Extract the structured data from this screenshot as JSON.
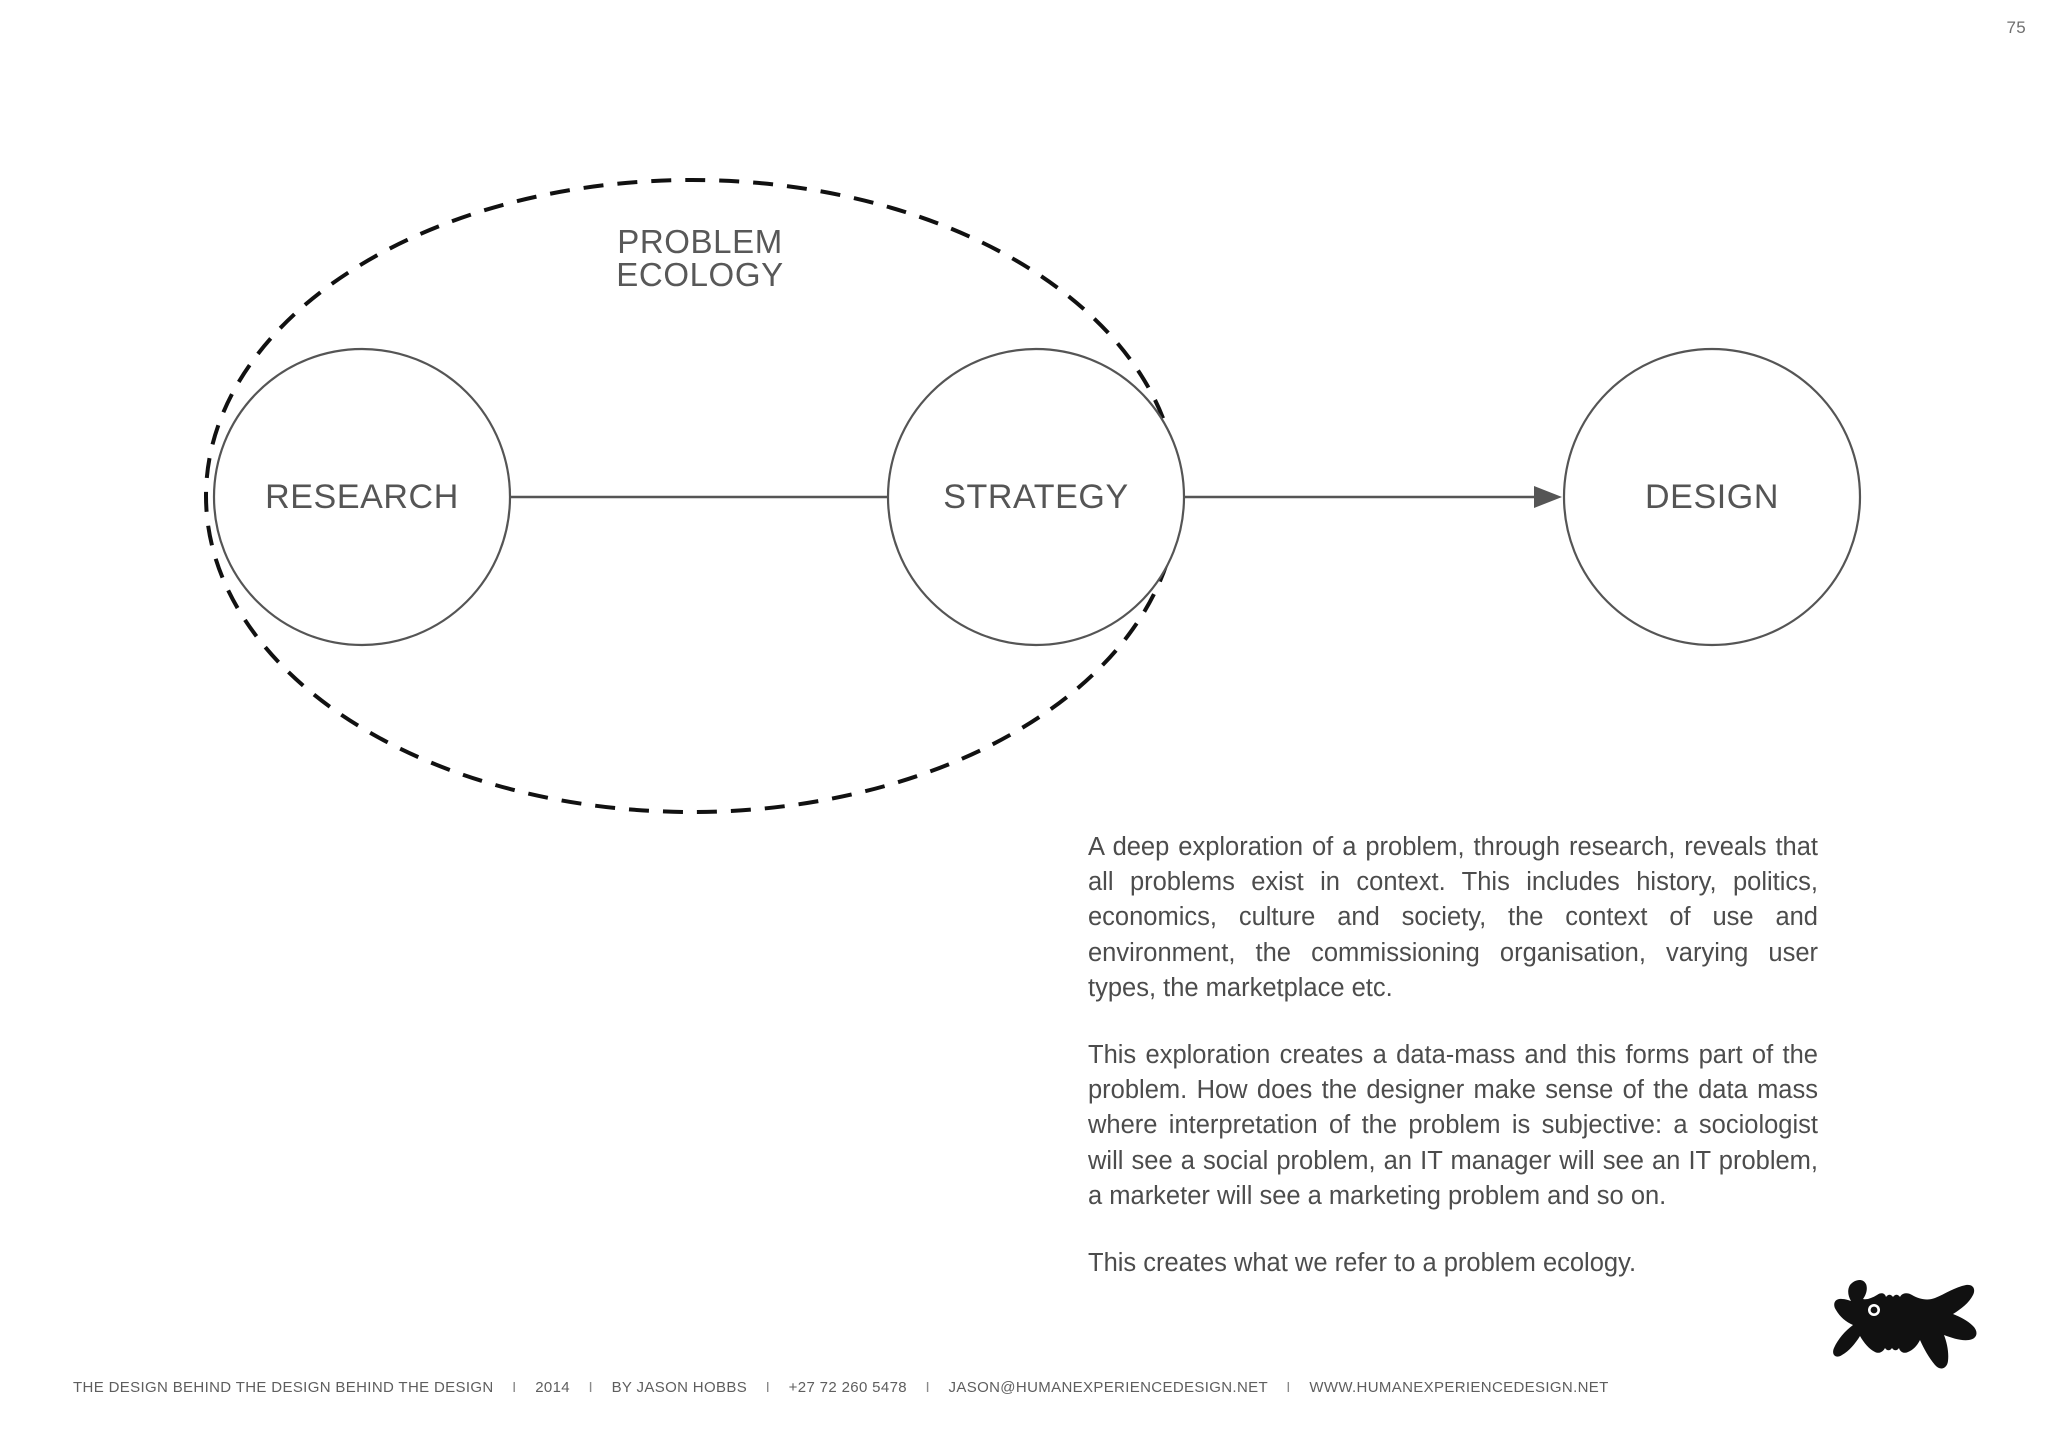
{
  "page": {
    "number": "75",
    "background_color": "#ffffff",
    "text_color": "#4c4c4c"
  },
  "diagram": {
    "title_label": {
      "line1": "PROBLEM",
      "line2": "ECOLOGY"
    },
    "boundary": {
      "style": "dashed-ellipse",
      "color": "#111111",
      "encloses": [
        "RESEARCH",
        "STRATEGY"
      ]
    },
    "nodes": [
      {
        "id": "research",
        "label": "RESEARCH"
      },
      {
        "id": "strategy",
        "label": "STRATEGY"
      },
      {
        "id": "design",
        "label": "DESIGN"
      }
    ],
    "connectors": [
      {
        "id": "research-to-strategy",
        "from": "RESEARCH",
        "to": "STRATEGY",
        "arrow": "none"
      },
      {
        "id": "strategy-to-design",
        "from": "STRATEGY",
        "to": "DESIGN",
        "arrow": "end"
      }
    ],
    "stroke_color": "#555555"
  },
  "body": {
    "paragraphs": [
      "A deep exploration of a problem, through research, reveals that all problems exist in context. This includes history, politics, economics, culture and society, the context of use and environment, the commissioning organisation, varying user types, the marketplace etc.",
      "This exploration creates a data-mass and this forms part of the problem. How does the designer make sense of the data mass where interpretation of the problem is subjective: a sociologist will see a social problem, an IT manager will see an IT problem, a marketer will see a marketing problem and so on.",
      "This creates what we refer to a problem ecology."
    ]
  },
  "footer": {
    "title": "THE DESIGN BEHIND THE DESIGN BEHIND THE DESIGN",
    "year": "2014",
    "author": "BY JASON HOBBS",
    "phone": "+27 72 260 5478",
    "email": "JASON@HUMANEXPERIENCEDESIGN.NET",
    "website": "WWW.HUMANEXPERIENCEDESIGN.NET",
    "separator": "I"
  },
  "logo": {
    "name": "inkblot-logo",
    "color": "#111111"
  }
}
